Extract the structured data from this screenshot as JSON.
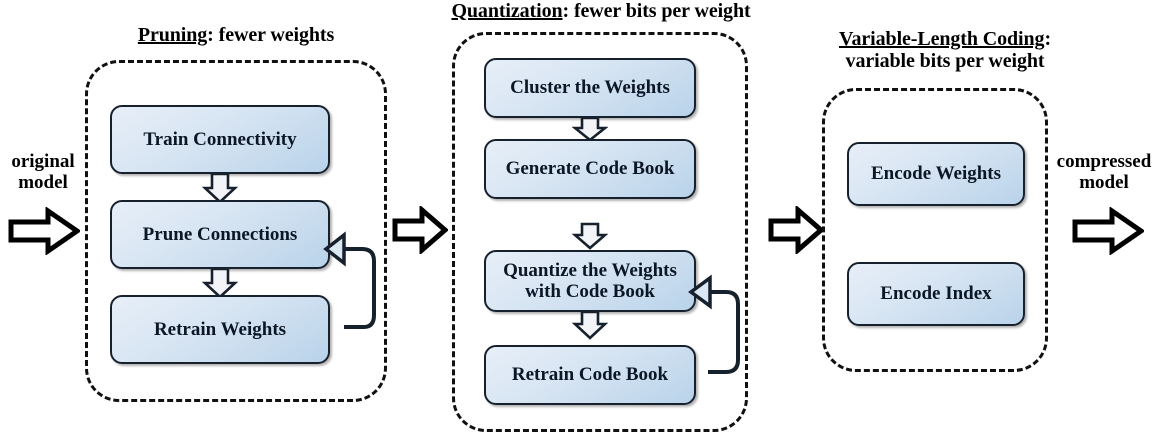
{
  "figure": {
    "title_present": false,
    "background_color": "#ffffff",
    "box_fill_color": "#cfe0f0",
    "box_border_color": "#17212e",
    "dashed_border_color": "#111111"
  },
  "input_label": {
    "line1": "original",
    "line2": "model"
  },
  "output_label": {
    "line1": "compressed",
    "line2": "model"
  },
  "stages": [
    {
      "id": "pruning",
      "caption_underlined": "Pruning",
      "caption_rest": ": fewer weights",
      "caption_line2": "",
      "steps": [
        {
          "label": "Train Connectivity"
        },
        {
          "label": "Prune Connections"
        },
        {
          "label": "Retrain Weights"
        }
      ],
      "feedback": {
        "from": "Retrain Weights",
        "to": "Prune Connections"
      }
    },
    {
      "id": "quantization",
      "caption_underlined": "Quantization",
      "caption_rest": ": fewer bits per weight",
      "caption_line2": "",
      "steps": [
        {
          "label": "Cluster the Weights"
        },
        {
          "label": "Generate Code Book"
        },
        {
          "label": "Quantize the Weights with Code Book"
        },
        {
          "label": "Retrain Code Book"
        }
      ],
      "feedback": {
        "from": "Retrain Code Book",
        "to": "Quantize the Weights with Code Book"
      }
    },
    {
      "id": "variable-length-coding",
      "caption_underlined": "Variable-Length Coding",
      "caption_rest": ":",
      "caption_line2": "variable bits per weight",
      "steps": [
        {
          "label": "Encode Weights"
        },
        {
          "label": "Encode Index"
        }
      ],
      "feedback": null
    }
  ],
  "icons": {
    "flow_arrow": "right-block-arrow-icon",
    "step_arrow": "down-block-arrow-icon",
    "loop_arrow": "feedback-loop-arrow-icon"
  }
}
